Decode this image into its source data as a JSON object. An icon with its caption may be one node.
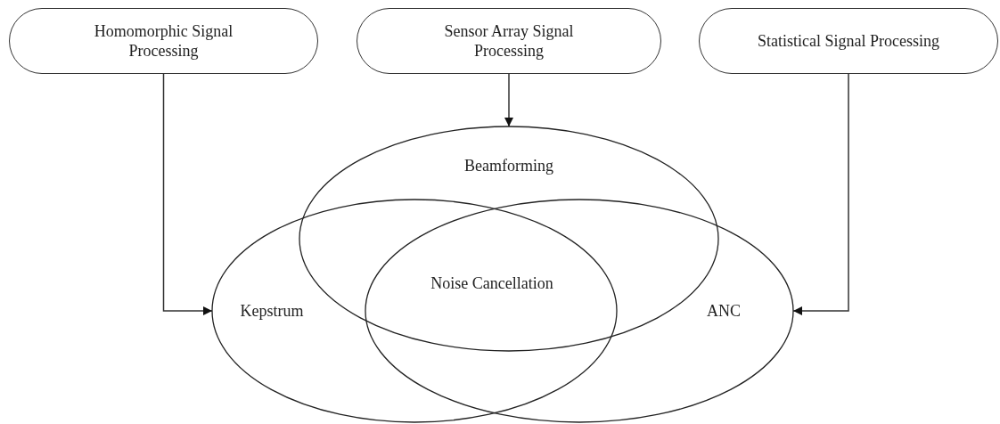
{
  "diagram": {
    "nodes": [
      {
        "text": [
          "Homomorphic Signal Processing"
        ]
      },
      {
        "text": [
          "Sensor Array Signal Processing"
        ]
      },
      {
        "text": [
          "Statistical Signal Processing"
        ]
      },
      {
        "text": [
          "Beamforming"
        ]
      },
      {
        "text": [
          "Kepstrum"
        ]
      },
      {
        "text": [
          "ANC"
        ]
      }
    ],
    "edges": [
      {
        "from": 0,
        "to": 4,
        "arrow": "to"
      },
      {
        "from": 1,
        "to": 3,
        "arrow": "to"
      },
      {
        "from": 2,
        "to": 5,
        "arrow": "to"
      }
    ],
    "labels": [
      "Noise Cancellation"
    ]
  }
}
